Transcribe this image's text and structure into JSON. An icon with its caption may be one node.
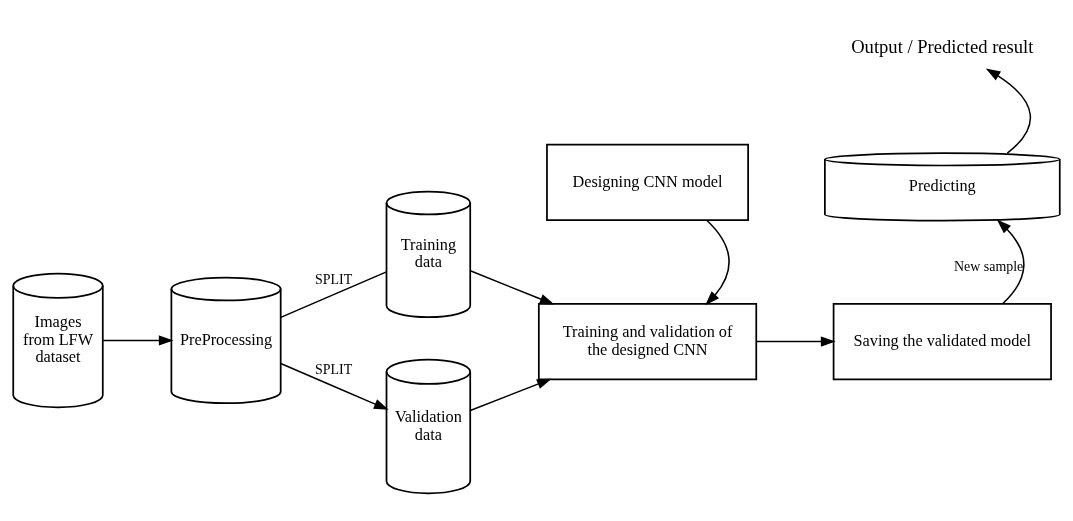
{
  "diagram": {
    "nodes": [
      {
        "text": [
          "Images from LFW dataset"
        ]
      },
      {
        "text": [
          "PreProcessing"
        ]
      },
      {
        "text": [
          "Training data"
        ]
      },
      {
        "text": [
          "Validation data"
        ]
      },
      {
        "text": [
          "Designing CNN model"
        ]
      },
      {
        "text": [
          "Training and validation of the designed CNN"
        ]
      },
      {
        "text": [
          "Saving the validated model"
        ]
      },
      {
        "text": [
          "Predicting"
        ]
      },
      {
        "text": [
          "Output / Predicted result"
        ]
      }
    ],
    "edges": [
      {
        "from": 0,
        "to": 1,
        "arrow": "to"
      },
      {
        "from": 1,
        "to": 2,
        "arrow": "none",
        "label": "SPLIT"
      },
      {
        "from": 1,
        "to": 3,
        "arrow": "to",
        "label": "SPLIT"
      },
      {
        "from": 2,
        "to": 5,
        "arrow": "to"
      },
      {
        "from": 3,
        "to": 5,
        "arrow": "to"
      },
      {
        "from": 4,
        "to": 5,
        "arrow": "to"
      },
      {
        "from": 5,
        "to": 6,
        "arrow": "to"
      },
      {
        "from": 6,
        "to": 7,
        "arrow": "to",
        "label": "New sample"
      },
      {
        "from": 7,
        "to": 8,
        "arrow": "to"
      }
    ]
  }
}
